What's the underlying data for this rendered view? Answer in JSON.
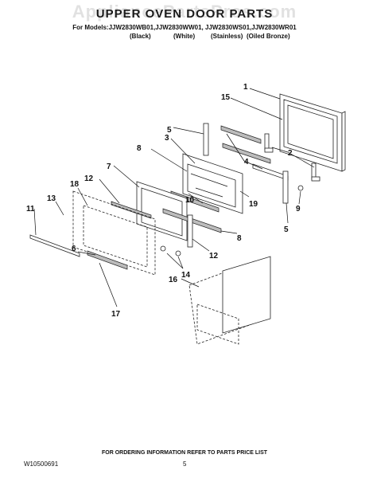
{
  "header": {
    "title": "UPPER OVEN DOOR PARTS",
    "models_line": "For Models:JJW2830WB01,JJW2830WW01, JJW2830WS01,JJW2830WR01",
    "finishes": [
      "(Black)",
      "(White)",
      "(Stainless)",
      "(Oiled Bronze)"
    ]
  },
  "watermark": "AppliancePartsPros.com",
  "callouts": [
    "1",
    "15",
    "5",
    "3",
    "8",
    "2",
    "4",
    "7",
    "12",
    "18",
    "13",
    "10",
    "19",
    "9",
    "11",
    "8",
    "5",
    "12",
    "6",
    "14",
    "16",
    "17"
  ],
  "footer": {
    "note": "FOR ORDERING INFORMATION REFER TO PARTS PRICE LIST",
    "doc_number": "W10500691",
    "page": "5"
  }
}
